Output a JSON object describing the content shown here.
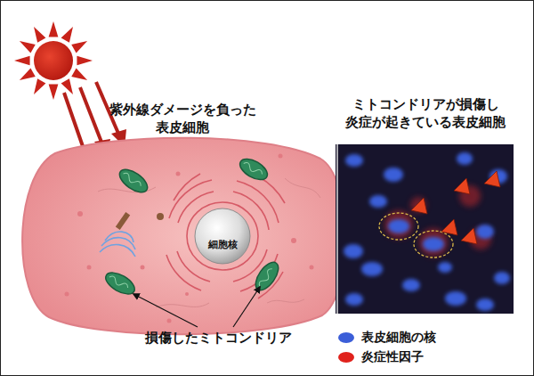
{
  "diagram": {
    "nodes": [
      {
        "text": [
          "紫外線ダメージを負った 表皮細胞"
        ]
      },
      {
        "text": [
          "細胞核"
        ],
        "in": 0
      },
      {
        "text": [
          "ミトコンドリアが損傷し 炎症が起きている表皮細胞"
        ]
      }
    ],
    "labels": [
      "損傷したミトコンドリア"
    ],
    "legend": [
      {
        "text": "表皮細胞の核",
        "color": "#3b5ed8"
      },
      {
        "text": "炎症性因子",
        "color": "#e0221c"
      }
    ]
  }
}
